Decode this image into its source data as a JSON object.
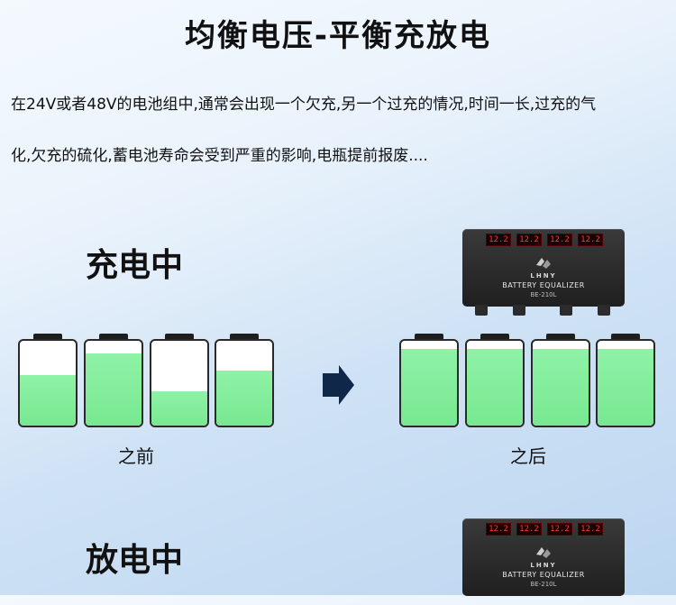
{
  "title": "均衡电压-平衡充放电",
  "intro": {
    "line1": "在24V或者48V的电池组中,通常会出现一个欠充,另一个过充的情况,时间一长,过充的气",
    "line2": "化,欠充的硫化,蓄电池寿命会受到严重的影响,电瓶提前报废...."
  },
  "charging": {
    "label": "充电中",
    "before_caption": "之前",
    "after_caption": "之后",
    "before_levels": [
      0.6,
      0.85,
      0.4,
      0.65
    ],
    "after_levels": [
      0.9,
      0.9,
      0.9,
      0.9
    ]
  },
  "discharging": {
    "label": "放电中"
  },
  "device": {
    "brand": "LHNY",
    "name": "BATTERY EQUALIZER",
    "model": "BE-210L",
    "displays": [
      "12.2",
      "12.2",
      "12.2",
      "12.2"
    ]
  },
  "colors": {
    "fill": "#86ef9f",
    "arrow": "#0f2748"
  },
  "icons": {
    "arrow": "right-arrow-icon",
    "battery": "battery-icon",
    "logo": "lhny-logo-icon"
  }
}
